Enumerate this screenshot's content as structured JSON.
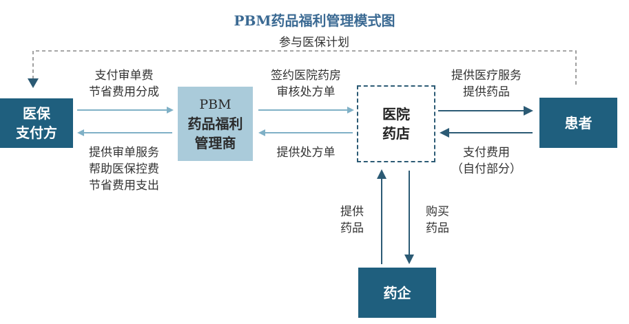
{
  "title": "PBM药品福利管理模式图",
  "nodes": {
    "payer": "医保\n支付方",
    "pbm_line1": "PBM",
    "pbm_line2": "药品福利",
    "pbm_line3": "管理商",
    "pharmacy": "医院\n药店",
    "patient": "患者",
    "pharma": "药企"
  },
  "edges": {
    "top_dashed": "参与医保计划",
    "payer_to_pbm": [
      "支付审单费",
      "节省费用分成"
    ],
    "pbm_to_payer": [
      "提供审单服务",
      "帮助医保控费",
      "节省费用支出"
    ],
    "pbm_to_pharmacy": [
      "签约医院药房",
      "审核处方单"
    ],
    "pharmacy_to_pbm": [
      "提供处方单"
    ],
    "pharmacy_to_patient": [
      "提供医疗服务",
      "提供药品"
    ],
    "patient_to_pharmacy": [
      "支付费用",
      "（自付部分）"
    ],
    "pharma_to_pharmacy": [
      "提供",
      "药品"
    ],
    "pharmacy_to_pharma": [
      "购买",
      "药品"
    ]
  },
  "colors": {
    "title": "#3b6a93",
    "dark_box": "#1f5f7e",
    "light_box": "#aacbda",
    "light_arrow": "#7fb0c6",
    "dark_arrow": "#2b5a74",
    "dashed_line": "#777777"
  }
}
